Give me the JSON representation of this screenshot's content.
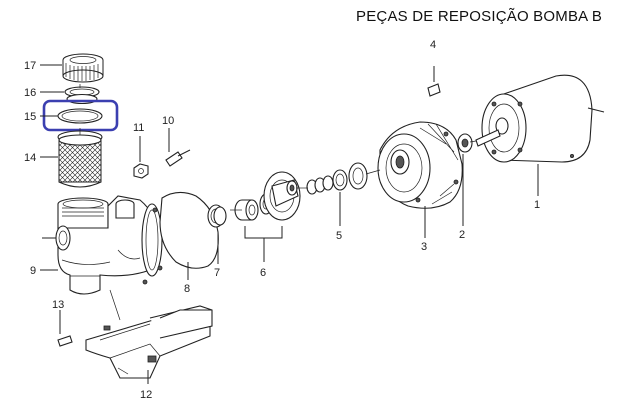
{
  "title": "PEÇAS DE REPOSIÇÃO BOMBA B",
  "highlight_color": "#3b3fb0",
  "labels": {
    "l1": "1",
    "l2": "2",
    "l3": "3",
    "l4": "4",
    "l5": "5",
    "l6": "6",
    "l7": "7",
    "l8": "8",
    "l9": "9",
    "l10": "10",
    "l11": "11",
    "l12": "12",
    "l13": "13",
    "l14": "14",
    "l15": "15",
    "l16": "16",
    "l17": "17"
  }
}
